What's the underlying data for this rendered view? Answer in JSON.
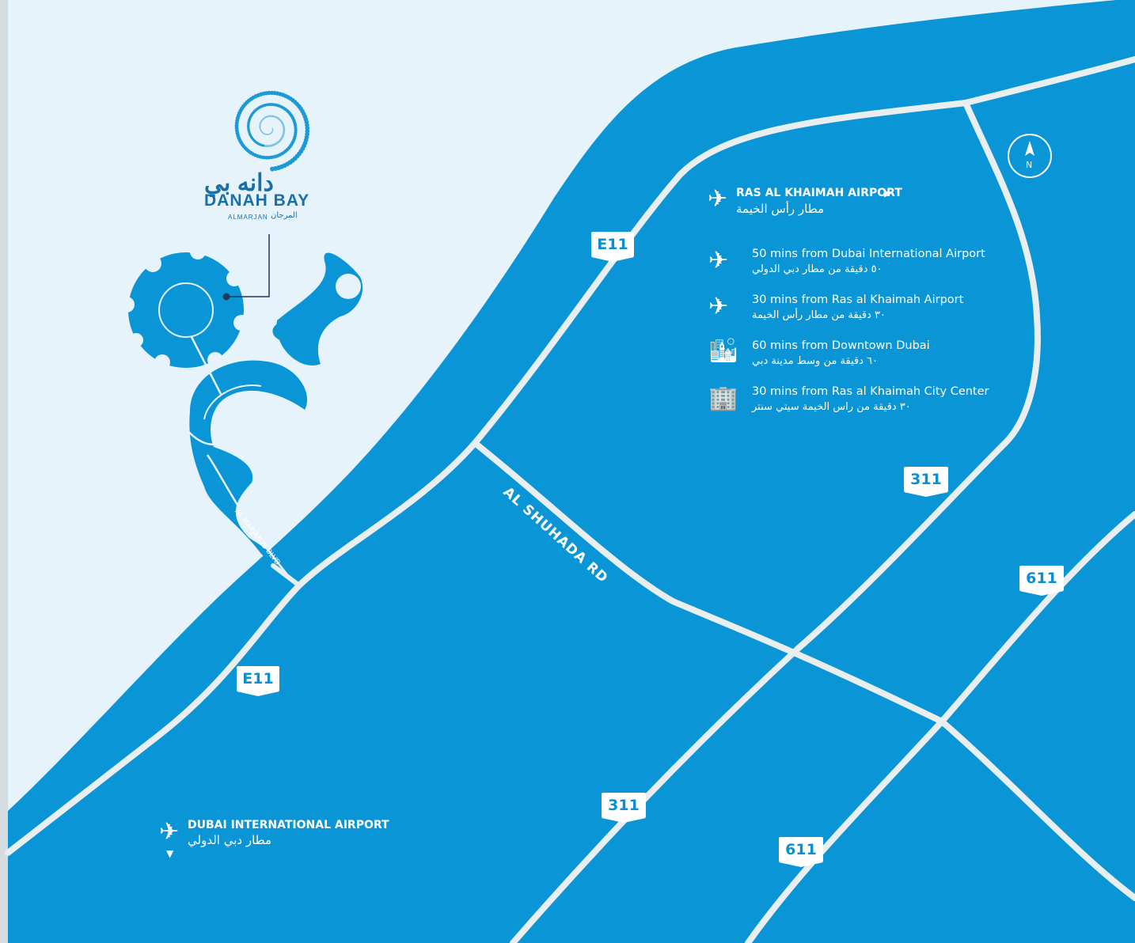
{
  "brand": {
    "name_ar": "دانه بي",
    "name_en": "DANAH BAY",
    "sub_en": "ALMARJAN",
    "sub_ar": "المرجان"
  },
  "roads": {
    "e11_top": "E11",
    "e11_bottom": "E11",
    "r311_right": "311",
    "r311_bottom": "311",
    "r611_right": "611",
    "r611_bottom": "611",
    "al_shuhada": "AL SHUHADA RD",
    "al_marjan_blvd": "AL MARJAN IS BLVD"
  },
  "airports": {
    "rak_en": "RAS AL KHAIMAH AIRPORT",
    "rak_ar": "مطار رأس الخيمة",
    "dxb_en": "DUBAI INTERNATIONAL AIRPORT",
    "dxb_ar": "مطار دبي الدولي"
  },
  "distances": [
    {
      "icon": "plane-icon",
      "en": "50 mins from Dubai International Airport",
      "ar": "٥٠ دقيقة من مطار دبي الدولي"
    },
    {
      "icon": "plane-icon",
      "en": "30 mins from Ras al Khaimah Airport",
      "ar": "٣٠ دقيقة من مطار رأس الخيمة"
    },
    {
      "icon": "city-icon",
      "en": "60 mins from Downtown Dubai",
      "ar": "٦٠ دقيقة من وسط مدينة دبي"
    },
    {
      "icon": "mall-icon",
      "en": "30 mins from Ras al Khaimah City Center",
      "ar": "٣٠ دقيقة من راس الخيمة سيتي سنتر"
    }
  ],
  "compass": {
    "label": "N"
  },
  "colors": {
    "land": "#0a96d6",
    "sea": "#e6f3fb",
    "road": "#e9eef1",
    "brand": "#1b6fa8"
  }
}
